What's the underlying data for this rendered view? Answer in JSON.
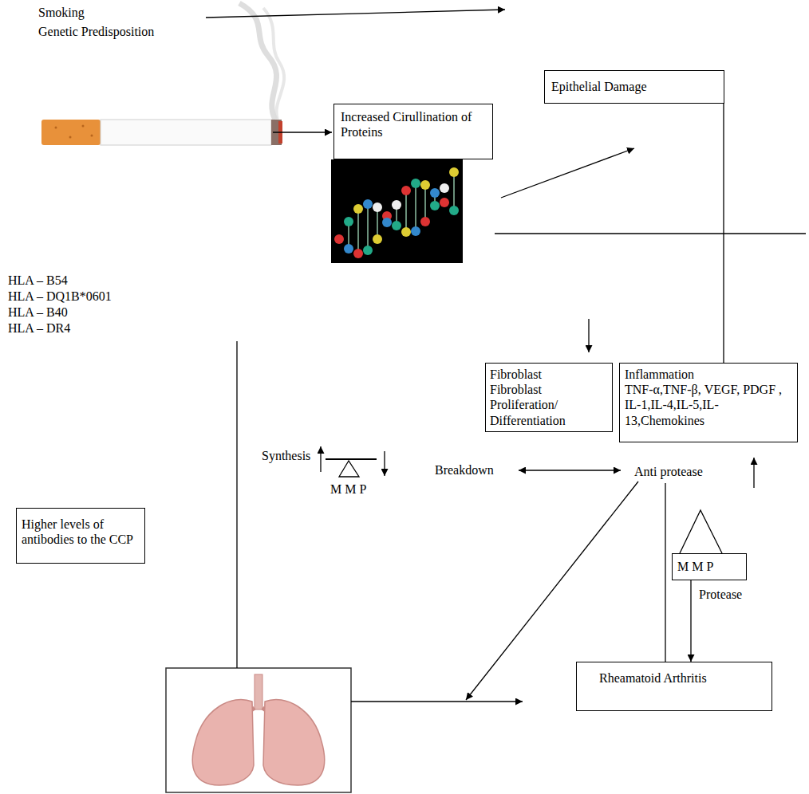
{
  "diagram": {
    "nodes": [
      {
        "text": [
          "Epithelial Damage"
        ]
      },
      {
        "text": [
          "Increased Cirullination of Proteins"
        ]
      },
      {
        "text": [
          "Fibroblast",
          "Fibroblast Proliferation/ Differentiation"
        ]
      },
      {
        "text": [
          "Inflammation",
          "TNF-α,TNF-β, VEGF, PDGF , IL-1,IL-4,IL-5,IL-13,Chemokines"
        ]
      },
      {
        "text": [
          "Higher levels of antibodies to the CCP"
        ]
      },
      {
        "text": [
          "M M P"
        ]
      },
      {
        "text": [
          "Rheamatoid Arthritis"
        ]
      }
    ],
    "edges": [
      {
        "from": 0,
        "to": 3,
        "arrow": "none"
      },
      {
        "from": 5,
        "to": 6,
        "arrow": "to"
      }
    ],
    "labels": [
      "Smoking",
      "Genetic Predisposition",
      "HLA – B54",
      "HLA – DQ1B*0601",
      "HLA – B40",
      "HLA – DR4",
      "Synthesis",
      "M M P",
      "Breakdown",
      "Anti protease",
      "Protease"
    ]
  }
}
